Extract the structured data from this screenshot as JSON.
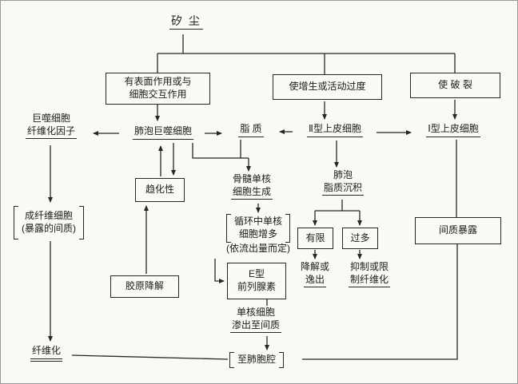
{
  "figure": {
    "title": "矽  尘",
    "nodes": {
      "surface_interaction": {
        "line1": "有表面作用或与",
        "line2": "细胞交互作用"
      },
      "proliferation": {
        "label": "使增生或活动过度"
      },
      "rupture": {
        "label": "使  破  裂"
      },
      "fibrogenic_factor": {
        "line1": "巨噬细胞",
        "line2": "纤维化因子"
      },
      "alveolar_macrophage": {
        "label": "肺泡巨噬细胞"
      },
      "lipid": {
        "label": "脂  质"
      },
      "type2_epithelial": {
        "label": "Ⅱ型上皮细胞"
      },
      "type1_epithelial": {
        "label": "Ⅰ型上皮细胞"
      },
      "chemotaxis": {
        "label": "趋化性"
      },
      "marrow_monocyte": {
        "line1": "骨髓单核",
        "line2": "细胞生成"
      },
      "alveolar_lipid_deposit": {
        "line1": "肺泡",
        "line2": "脂质沉积"
      },
      "fibroblast": {
        "line1": "成纤维细胞",
        "line2": "(暴露的间质)"
      },
      "circulating_monocyte": {
        "line1": "循环中单核",
        "line2": "细胞增多",
        "line3": "(依流出量而定)"
      },
      "limited": {
        "label": "有限"
      },
      "excessive": {
        "label": "过多"
      },
      "interstitium_exposed": {
        "label": "间质暴露"
      },
      "collagen_degradation": {
        "label": "胶原降解"
      },
      "prostaglandin_e": {
        "line1": "E型",
        "line2": "前列腺素"
      },
      "degrade_escape": {
        "line1": "降解或",
        "line2": "逸出"
      },
      "inhibit_fibrosis": {
        "line1": "抑制或限",
        "line2": "制纤维化"
      },
      "monocyte_exudation": {
        "line1": "单核细胞",
        "line2": "渗出至间质"
      },
      "fibrosis": {
        "label": "纤维化"
      },
      "to_alveolar_cavity": {
        "label": "至肺胞腔"
      }
    },
    "ink_color": "#262626",
    "paper_color": "#faf9f5"
  }
}
